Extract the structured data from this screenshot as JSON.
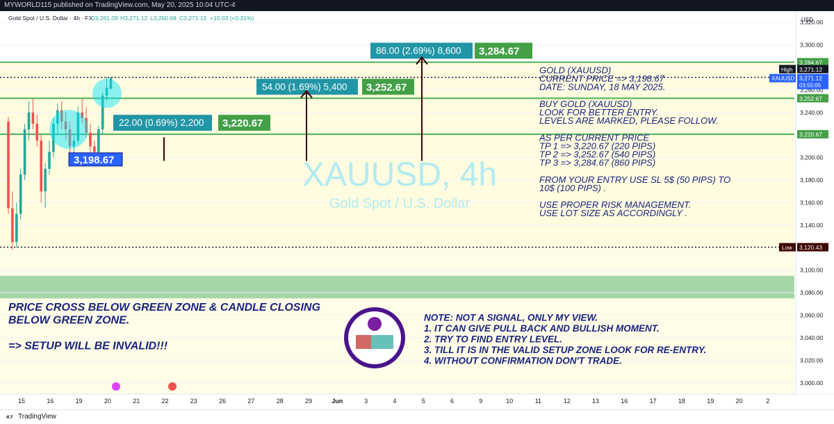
{
  "header": {
    "published": "MYWORLD115 published on TradingView.com, May 20, 2025 10:04 UTC-4"
  },
  "legend": {
    "symbol": "Gold Spot / U.S. Dollar · 4h · FX",
    "open": "O3,261.09",
    "high": "H3,271.12",
    "low": "L3,260.68",
    "close": "C3,271.12",
    "change": "+10.03 (+0.31%)"
  },
  "watermark": {
    "title": "XAUUSD, 4h",
    "subtitle": "Gold Spot / U.S. Dollar"
  },
  "colors": {
    "up": "#26a69a",
    "down": "#ef5350",
    "zone_green": "#4caf50",
    "callout_teal": "#2196a6",
    "current_blue": "#2962ff",
    "text_navy": "#1a237e",
    "zone_fill": "#fff9c4"
  },
  "chart_data": {
    "type": "candlestick",
    "ylim": [
      2990,
      3330
    ],
    "y_ticks": [
      3000,
      3020,
      3040,
      3060,
      3080,
      3100,
      3120,
      3140,
      3160,
      3180,
      3200,
      3220,
      3240,
      3260,
      3280,
      3300,
      3320
    ],
    "y_tick_labels": [
      "3,000.00",
      "3,020.00",
      "3,040.00",
      "3,060.00",
      "3,080.00",
      "3,100.00",
      "3,120.00",
      "3,140.00",
      "3,160.00",
      "3,180.00",
      "3,200.00",
      "3,220.00",
      "3,240.00",
      "3,260.00",
      "3,280.00",
      "3,300.00",
      "3,320.00"
    ],
    "y_unit_label": "USD",
    "x_ticks": [
      "15",
      "16",
      "19",
      "20",
      "21",
      "22",
      "23",
      "26",
      "27",
      "28",
      "29",
      "Jun",
      "3",
      "4",
      "5",
      "6",
      "9",
      "10",
      "11",
      "12",
      "13",
      "16",
      "17",
      "18",
      "19",
      "20",
      "2"
    ],
    "candles": [
      [
        3232,
        3236,
        3150,
        3155
      ],
      [
        3155,
        3170,
        3118,
        3125
      ],
      [
        3125,
        3160,
        3120,
        3150
      ],
      [
        3150,
        3190,
        3145,
        3185
      ],
      [
        3185,
        3230,
        3180,
        3225
      ],
      [
        3225,
        3250,
        3215,
        3240
      ],
      [
        3240,
        3252,
        3225,
        3230
      ],
      [
        3230,
        3238,
        3210,
        3215
      ],
      [
        3215,
        3220,
        3160,
        3170
      ],
      [
        3170,
        3195,
        3155,
        3190
      ],
      [
        3190,
        3215,
        3185,
        3205
      ],
      [
        3205,
        3235,
        3200,
        3230
      ],
      [
        3230,
        3248,
        3220,
        3242
      ],
      [
        3242,
        3250,
        3225,
        3232
      ],
      [
        3232,
        3240,
        3215,
        3225
      ],
      [
        3225,
        3232,
        3200,
        3210
      ],
      [
        3210,
        3220,
        3195,
        3215
      ],
      [
        3215,
        3245,
        3212,
        3240
      ],
      [
        3240,
        3252,
        3230,
        3235
      ],
      [
        3235,
        3245,
        3218,
        3222
      ],
      [
        3222,
        3230,
        3205,
        3210
      ],
      [
        3210,
        3215,
        3195,
        3205
      ],
      [
        3205,
        3228,
        3200,
        3225
      ],
      [
        3225,
        3258,
        3220,
        3255
      ],
      [
        3255,
        3272,
        3250,
        3262
      ],
      [
        3261.09,
        3271.12,
        3260.68,
        3271.12
      ]
    ],
    "levels": [
      {
        "name": "tp3",
        "value": 3284.67,
        "label": "3,284.67",
        "color": "#4caf50"
      },
      {
        "name": "tp2",
        "value": 3252.67,
        "label": "3,252.67",
        "color": "#4caf50"
      },
      {
        "name": "tp1",
        "value": 3220.67,
        "label": "3,220.67",
        "color": "#4caf50"
      }
    ],
    "high_line": {
      "value": 3271.12,
      "tag": "High",
      "label": "3,271.12"
    },
    "low_line": {
      "value": 3120.43,
      "tag": "Low",
      "label": "3,120.43"
    },
    "current_price": {
      "value": 3271.12,
      "symbol": "XAUUSD",
      "label": "3,271.12",
      "countdown": "03:55:05"
    },
    "invalid_zone": [
      3075,
      3095
    ],
    "targets": [
      {
        "name": "tp1",
        "box": "22.00 (0.69%) 2,200",
        "price": "3,220.67"
      },
      {
        "name": "tp2",
        "box": "54.00 (1.69%) 5,400",
        "price": "3,252.67"
      },
      {
        "name": "tp3",
        "box": "86.00 (2.69%) 8,600",
        "price": "3,284.67"
      }
    ],
    "entry_label": "3,198.67"
  },
  "notes": {
    "right": [
      "GOLD (XAUUSD)",
      "CURRENT PRICE => 3,198.67",
      "DATE: SUNDAY, 18 MAY 2025.",
      "",
      "BUY GOLD (XAUUSD)",
      "LOOK FOR BETTER ENTRY.",
      "LEVELS ARE MARKED, PLEASE FOLLOW.",
      "",
      "AS PER CURRENT PRICE",
      "TP 1 => 3,220.67 (220 PIPS)",
      "TP 2 => 3,252.67 (540 PIPS)",
      "TP 3 => 3,284.67  (860 PIPS)",
      "",
      "FROM YOUR ENTRY USE SL  5$ (50 PIPS) TO",
      "10$ (100 PIPS) .",
      "",
      "USE PROPER RISK MANAGEMENT.",
      "USE LOT SIZE AS ACCORDINGLY ."
    ],
    "bottom_left": [
      "PRICE CROSS BELOW GREEN ZONE & CANDLE CLOSING",
      "BELOW GREEN ZONE.",
      "",
      "=> SETUP WILL BE INVALID!!!"
    ],
    "bottom_right": [
      "NOTE: NOT A SIGNAL, ONLY MY VIEW.",
      "1. IT CAN GIVE PULL BACK AND BULLISH MOMENT.",
      "2. TRY TO FIND ENTRY LEVEL.",
      "3. TILL IT IS IN THE VALID SETUP ZONE LOOK FOR RE-ENTRY.",
      "4. WITHOUT CONFIRMATION DON'T TRADE."
    ]
  },
  "footer": {
    "brand": "TradingView"
  }
}
